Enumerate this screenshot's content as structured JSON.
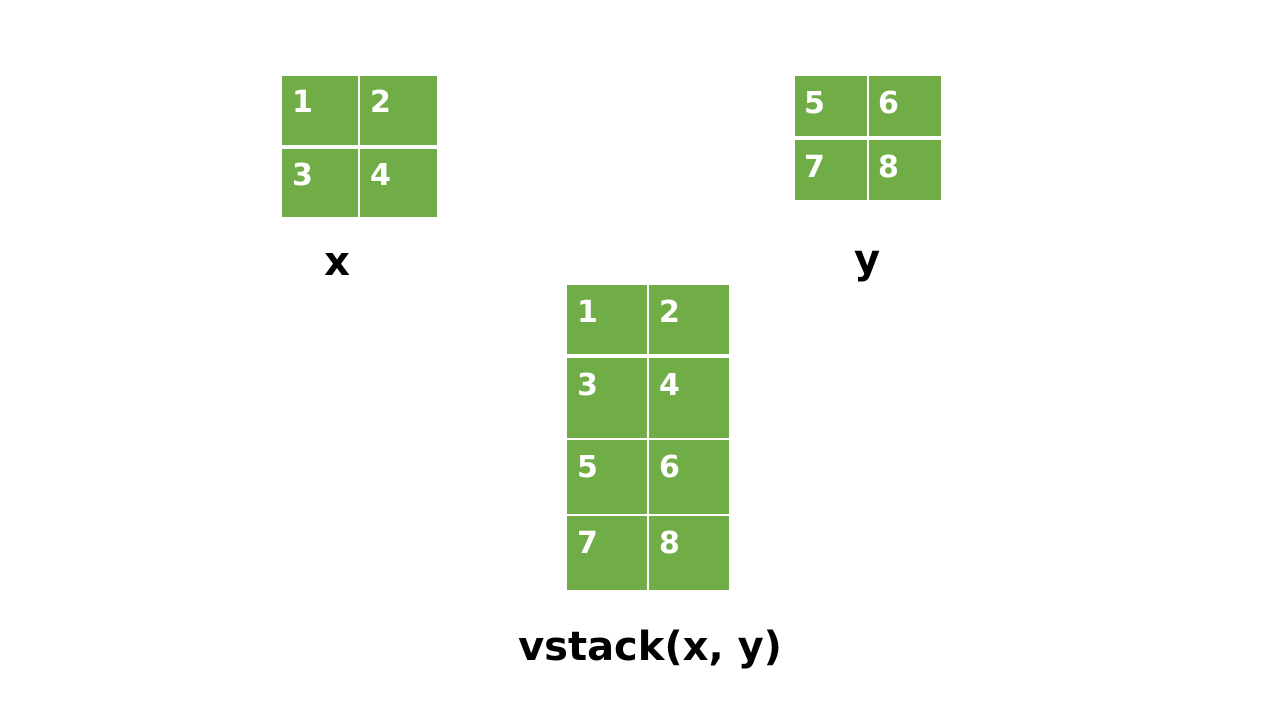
{
  "colors": {
    "cell_fill": "#70ad47",
    "cell_text": "#ffffff",
    "caption_text": "#000000",
    "background": "#ffffff"
  },
  "matrix_x": {
    "label": "x",
    "rows": [
      [
        "1",
        "2"
      ],
      [
        "3",
        "4"
      ]
    ]
  },
  "matrix_y": {
    "label": "y",
    "rows": [
      [
        "5",
        "6"
      ],
      [
        "7",
        "8"
      ]
    ]
  },
  "result": {
    "label": "vstack(x, y)",
    "rows": [
      [
        "1",
        "2"
      ],
      [
        "3",
        "4"
      ],
      [
        "5",
        "6"
      ],
      [
        "7",
        "8"
      ]
    ]
  }
}
